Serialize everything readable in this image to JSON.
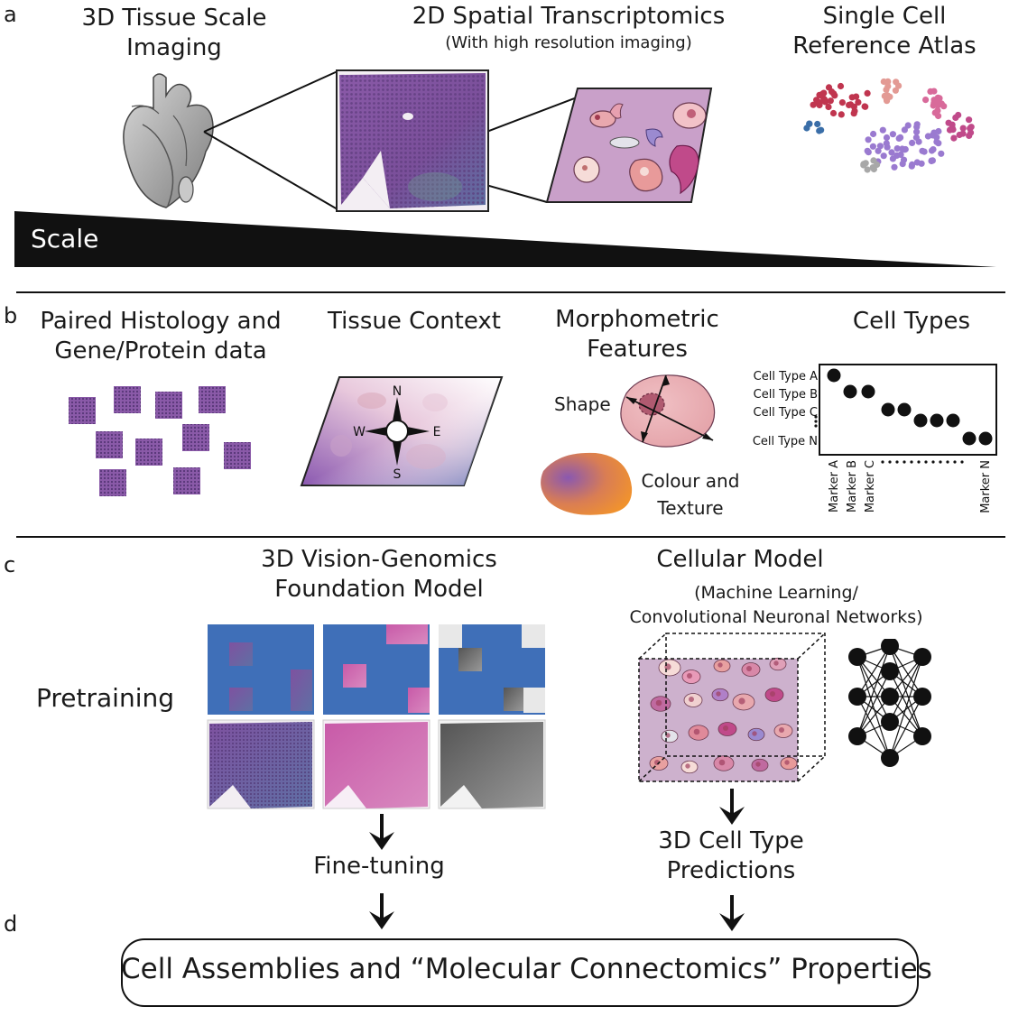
{
  "colors": {
    "he_purple": "#7a4f9a",
    "he_pink": "#c977b3",
    "mask_blue": "#3f6fb8",
    "cell_pink": "#e8a8ae",
    "text": "#1a1a1a"
  },
  "panel_a": {
    "letter": "a",
    "imaging_title": [
      "3D Tissue Scale",
      "Imaging"
    ],
    "spatial_title": "2D Spatial Transcriptomics",
    "spatial_subtitle": "(With high resolution imaging)",
    "atlas_title": [
      "Single Cell",
      "Reference Atlas"
    ],
    "scale_label": "Scale"
  },
  "panel_b": {
    "letter": "b",
    "paired_title": [
      "Paired Histology and",
      "Gene/Protein data"
    ],
    "context_title": "Tissue Context",
    "compass": {
      "n": "N",
      "e": "E",
      "s": "S",
      "w": "W"
    },
    "morpho_title": [
      "Morphometric",
      "Features"
    ],
    "shape_label": "Shape",
    "colour_label": [
      "Colour and",
      "Texture"
    ],
    "celltypes_title": "Cell Types",
    "celltype_rows": [
      "Cell Type A",
      "Cell Type B",
      "Cell Type C",
      "Cell Type N"
    ],
    "marker_cols": [
      "Marker A",
      "Marker B",
      "Marker C",
      "Marker N"
    ]
  },
  "panel_c": {
    "letter": "c",
    "foundation_title": [
      "3D Vision-Genomics",
      "Foundation Model"
    ],
    "pretraining_label": "Pretraining",
    "finetune_label": "Fine-tuning",
    "cellular_title": "Cellular Model",
    "cellular_subtitle": [
      "(Machine Learning/",
      "Convolutional Neuronal Networks)"
    ],
    "prediction_label": [
      "3D Cell Type",
      "Predictions"
    ]
  },
  "panel_d": {
    "letter": "d",
    "box_label": "Cell Assemblies and “Molecular Connectomics” Properties"
  }
}
